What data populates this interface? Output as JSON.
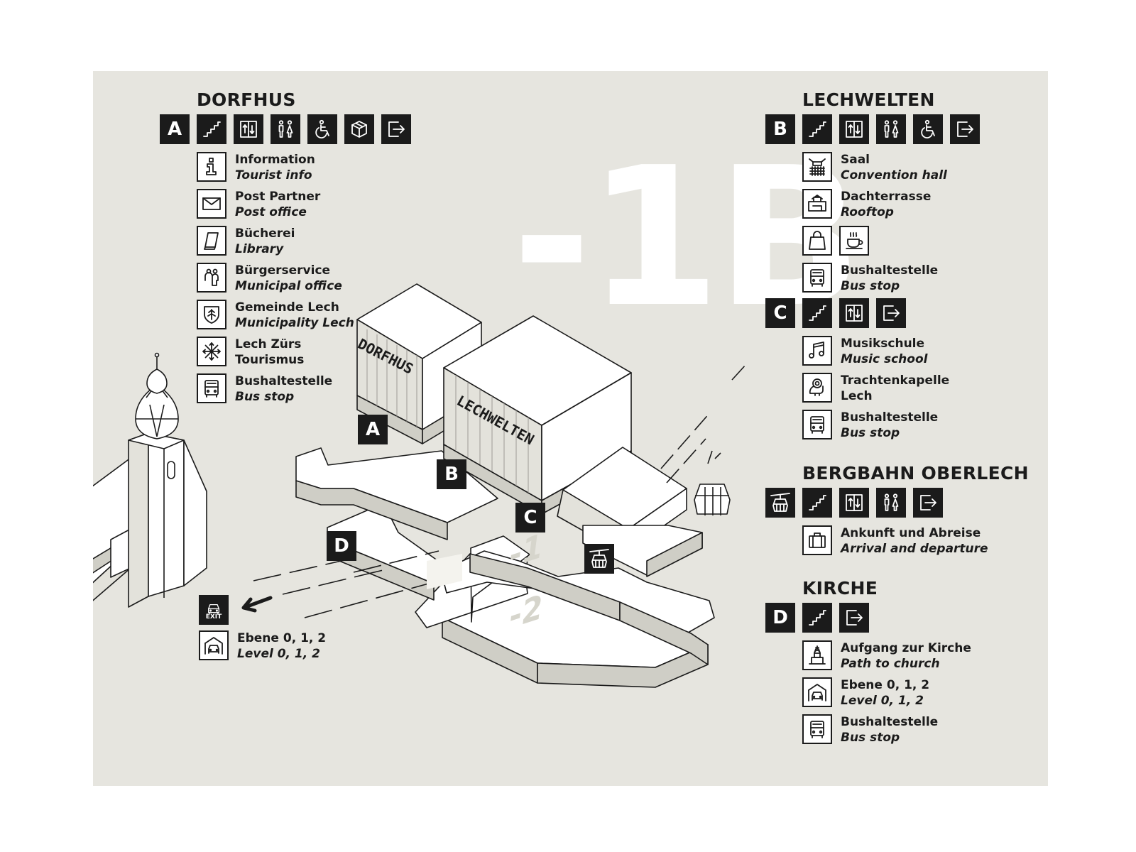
{
  "level": "-1B",
  "colors": {
    "panel": "#e6e5df",
    "ink": "#1b1b1b",
    "building_top": "#ffffff",
    "building_side": "#cfcec6",
    "floor_shade": "#f4f3ee"
  },
  "map": {
    "buildings": [
      "DORFHUS",
      "LECHWELTEN"
    ],
    "entrances": [
      "A",
      "B",
      "C",
      "D"
    ],
    "level_marks": [
      "-1",
      "-2"
    ]
  },
  "dorfhus": {
    "title": "DORFHUS",
    "entrance": "A",
    "amenities": [
      "stairs-icon",
      "elevator-icon",
      "toilets-icon",
      "accessible-toilet-icon",
      "lockers-icon",
      "exit-icon"
    ],
    "items": [
      {
        "icon": "info-icon",
        "de": "Information",
        "en": "Tourist info"
      },
      {
        "icon": "mail-icon",
        "de": "Post Partner",
        "en": "Post office"
      },
      {
        "icon": "book-icon",
        "de": "Bücherei",
        "en": "Library"
      },
      {
        "icon": "people-icon",
        "de": "Bürgerservice",
        "en": "Municipal office"
      },
      {
        "icon": "coat-of-arms-icon",
        "de": "Gemeinde Lech",
        "en": "Municipality Lech"
      },
      {
        "icon": "snowflake-icon",
        "de": "Lech Zürs",
        "en": "Tourismus"
      },
      {
        "icon": "bus-icon",
        "de": "Bushaltestelle",
        "en": "Bus stop"
      }
    ]
  },
  "parking": {
    "exit_label": "EXIT",
    "item": {
      "icon": "garage-icon",
      "de": "Ebene 0, 1, 2",
      "en": "Level 0, 1, 2"
    }
  },
  "lechwelten": {
    "title": "LECHWELTEN",
    "entrance": "B",
    "amenities": [
      "stairs-icon",
      "elevator-icon",
      "toilets-icon",
      "accessible-toilet-icon",
      "exit-icon"
    ],
    "items": [
      {
        "icon": "hall-icon",
        "de": "Saal",
        "en": "Convention hall"
      },
      {
        "icon": "rooftop-icon",
        "de": "Dachterrasse",
        "en": "Rooftop"
      }
    ],
    "extra_icons": [
      "shopping-bag-icon",
      "coffee-icon"
    ],
    "bus": {
      "icon": "bus-icon",
      "de": "Bushaltestelle",
      "en": "Bus stop"
    }
  },
  "entrance_c": {
    "entrance": "C",
    "amenities": [
      "stairs-icon",
      "elevator-icon",
      "exit-icon"
    ],
    "items": [
      {
        "icon": "music-note-icon",
        "de": "Musikschule",
        "en": "Music school"
      },
      {
        "icon": "tuba-icon",
        "de": "Trachtenkapelle",
        "en": "Lech"
      },
      {
        "icon": "bus-icon",
        "de": "Bushaltestelle",
        "en": "Bus stop"
      }
    ]
  },
  "bergbahn": {
    "title": "BERGBAHN OBERLECH",
    "amenities": [
      "gondola-icon",
      "stairs-icon",
      "elevator-icon",
      "toilets-icon",
      "exit-icon"
    ],
    "items": [
      {
        "icon": "suitcase-icon",
        "de": "Ankunft und Abreise",
        "en": "Arrival and departure"
      }
    ]
  },
  "kirche": {
    "title": "KIRCHE",
    "entrance": "D",
    "amenities": [
      "stairs-icon",
      "exit-icon"
    ],
    "items": [
      {
        "icon": "church-icon",
        "de": "Aufgang zur Kirche",
        "en": "Path to church"
      },
      {
        "icon": "garage-icon",
        "de": "Ebene 0, 1, 2",
        "en": "Level 0, 1, 2"
      },
      {
        "icon": "bus-icon",
        "de": "Bushaltestelle",
        "en": "Bus stop"
      }
    ]
  }
}
